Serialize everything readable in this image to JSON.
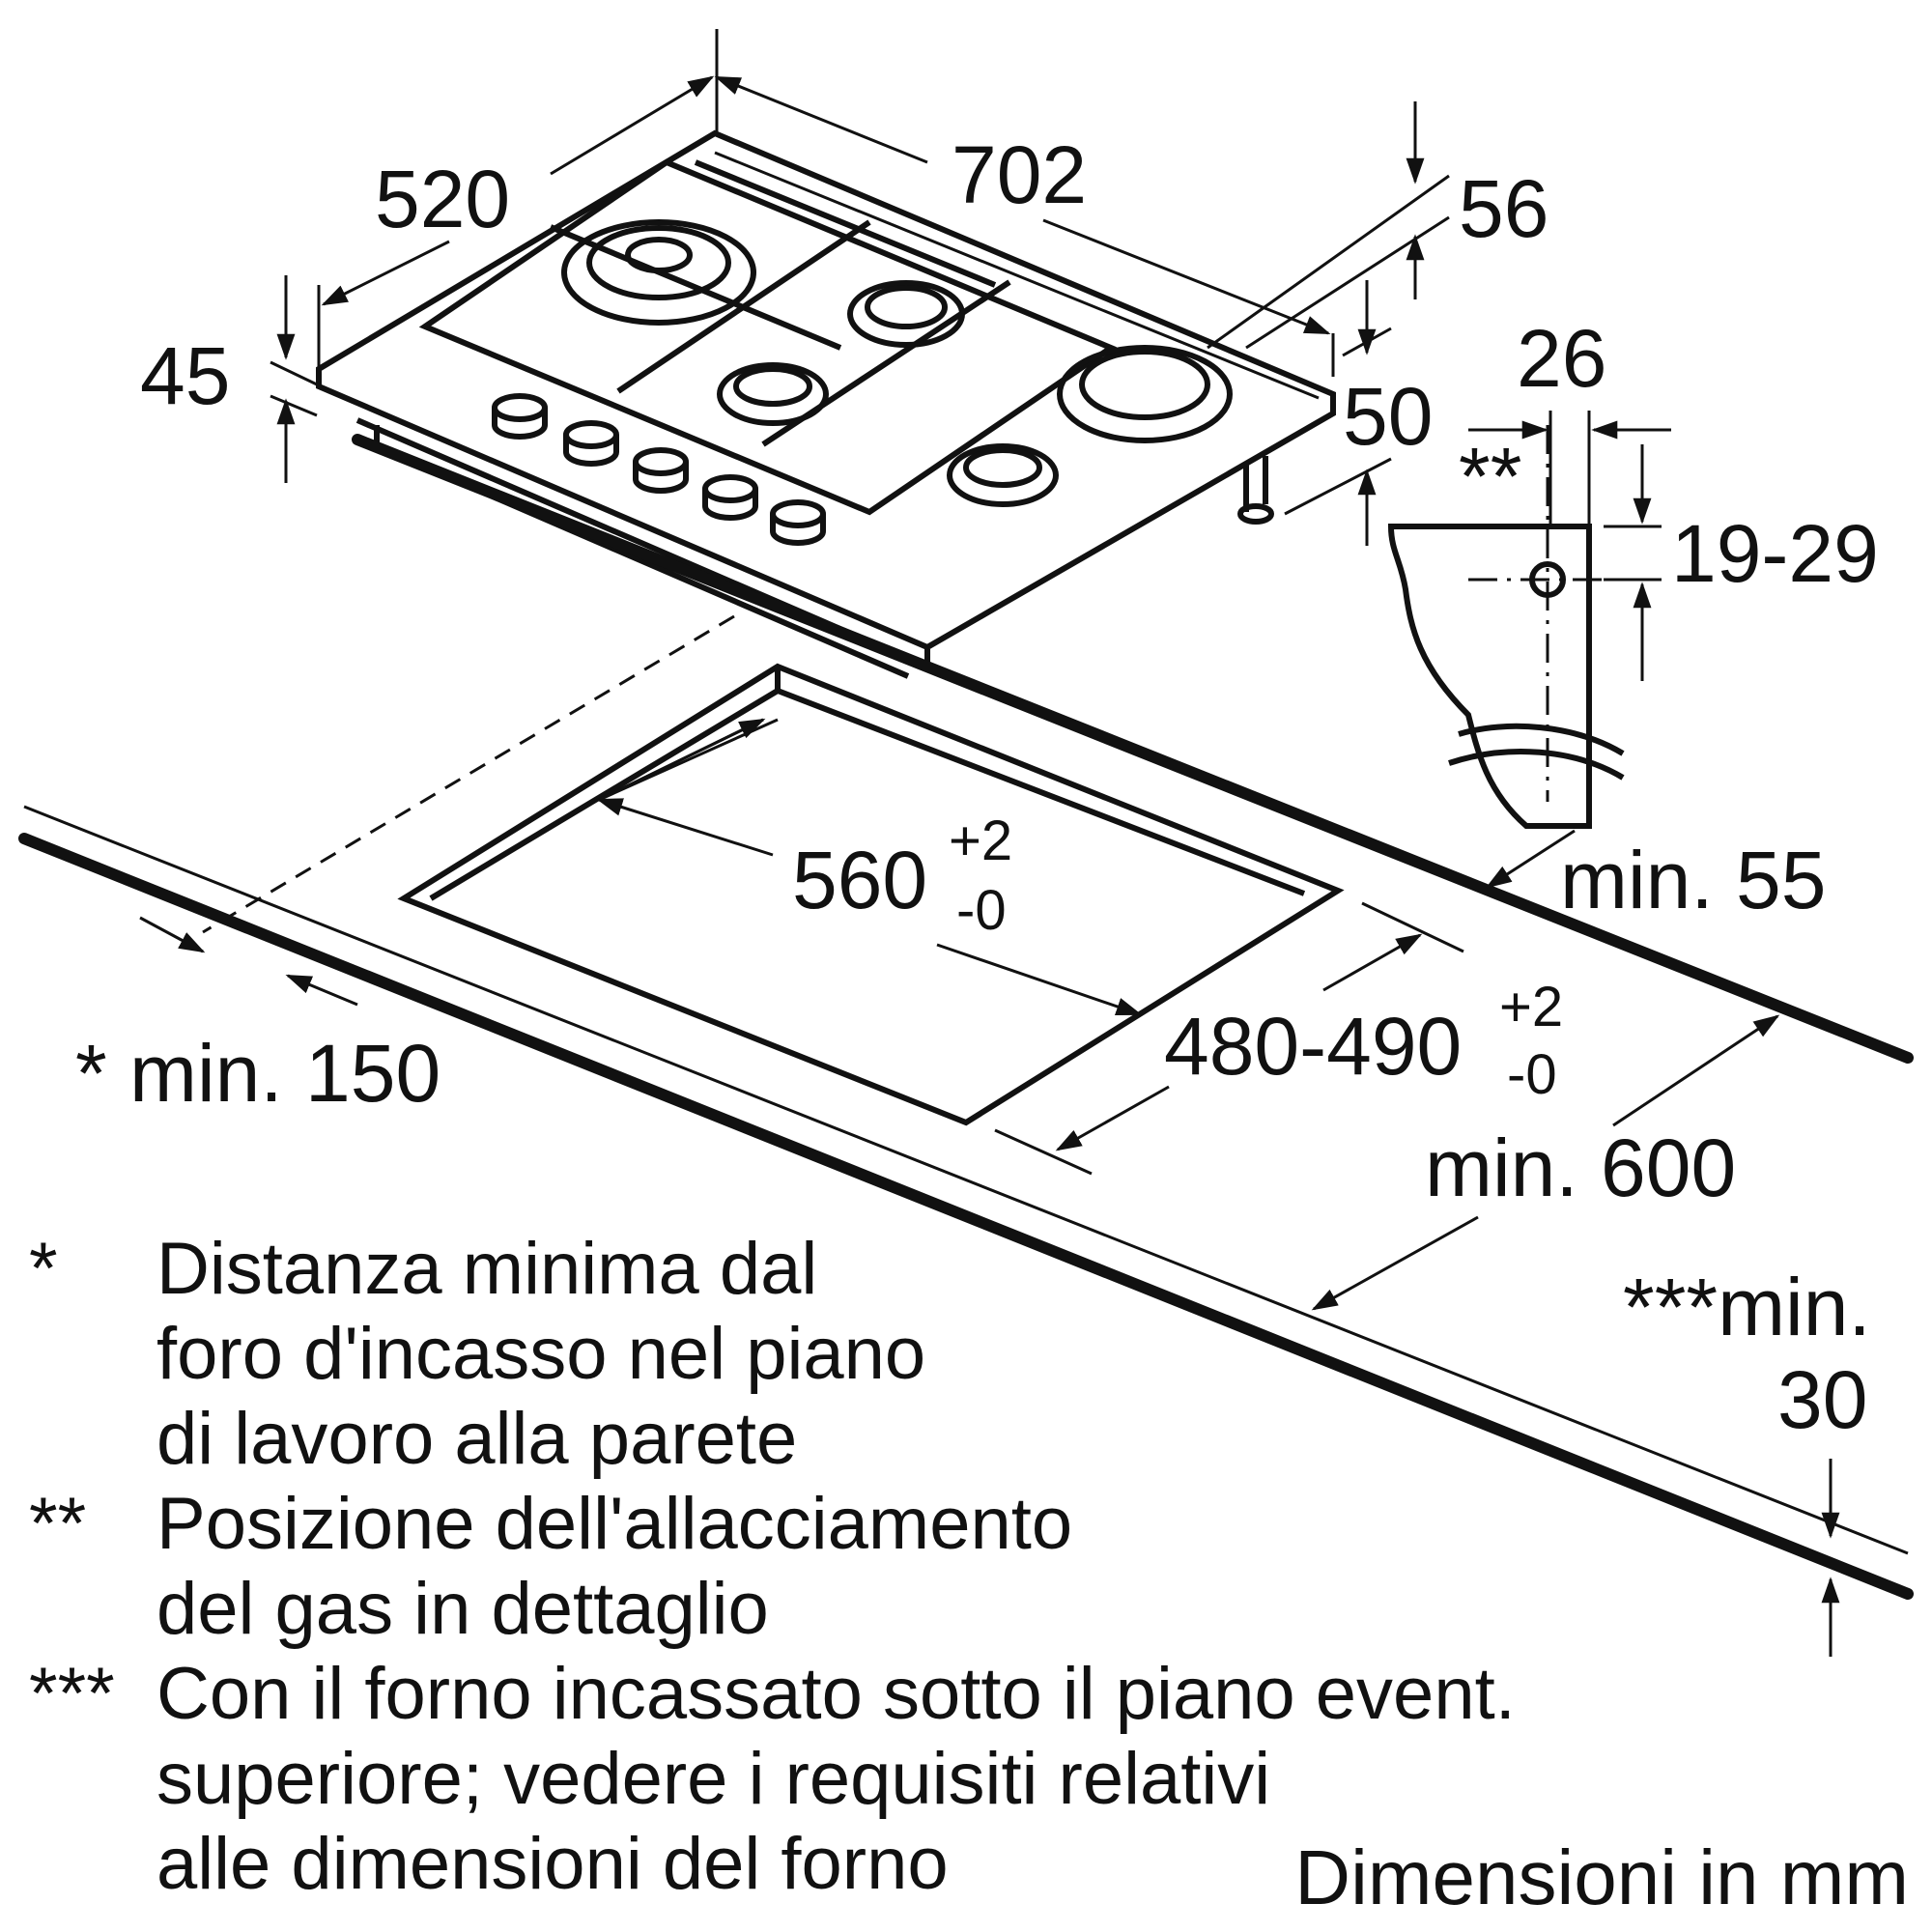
{
  "dimensions": {
    "depth": "520",
    "width": "702",
    "height_front": "45",
    "height_rear": "56",
    "gas_offset_rear": "50",
    "gas_detail_width": "26",
    "gas_detail_marker": "**",
    "gas_detail_height": "19-29",
    "cutout_width": "560",
    "cutout_width_tol_upper": "+2",
    "cutout_width_tol_lower": "-0",
    "cutout_depth": "480-490",
    "cutout_depth_tol_upper": "+2",
    "cutout_depth_tol_lower": "-0",
    "min_rear": "min. 55",
    "min_side": "* min. 150",
    "min_worktop_depth": "min. 600",
    "min_thickness_label": "***min.",
    "min_thickness_value": "30"
  },
  "notes": [
    {
      "mark": "*",
      "text": "Distanza minima dal\nforo d'incasso nel piano\ndi lavoro alla parete"
    },
    {
      "mark": "**",
      "text": "Posizione dell'allacciamento\ndel gas in dettaglio"
    },
    {
      "mark": "***",
      "text": "Con il forno incassato sotto il piano event.\nsuperiore; vedere i requisiti relativi\nalle dimensioni del forno"
    }
  ],
  "units_label": "Dimensioni in mm"
}
